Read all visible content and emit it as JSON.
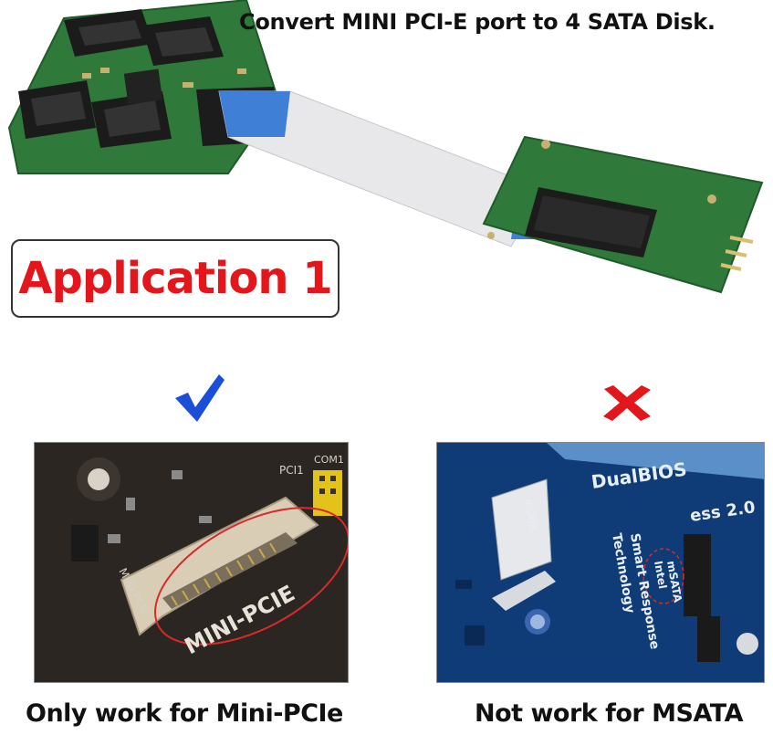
{
  "headline": "Convert MINI PCI-E port to 4 SATA Disk.",
  "application_title": "Application 1",
  "left_panel": {
    "verdict_icon": "check-icon",
    "verdict_color": "#1b4fd8",
    "board_labels": {
      "slot": "MINI-PCIE",
      "side": "MINI PCIE",
      "pci": "PCI1",
      "com": "COM1"
    },
    "caption": "Only work for Mini-PCIe"
  },
  "right_panel": {
    "verdict_icon": "cross-icon",
    "verdict_color": "#e3161b",
    "board_labels": {
      "brand": "DualBIOS",
      "mini": "mSATA",
      "msata": "mSATA",
      "smart": "Smart Response",
      "tech": "Technology",
      "intel": "Intel",
      "express": "ess 2.0"
    },
    "caption": "Not  work for MSATA"
  },
  "colors": {
    "pcb_green": "#2f7a3a",
    "sata_black": "#1b1b1b",
    "ribbon_blue": "#3f7fd6",
    "circle_red": "#d92a2a"
  }
}
